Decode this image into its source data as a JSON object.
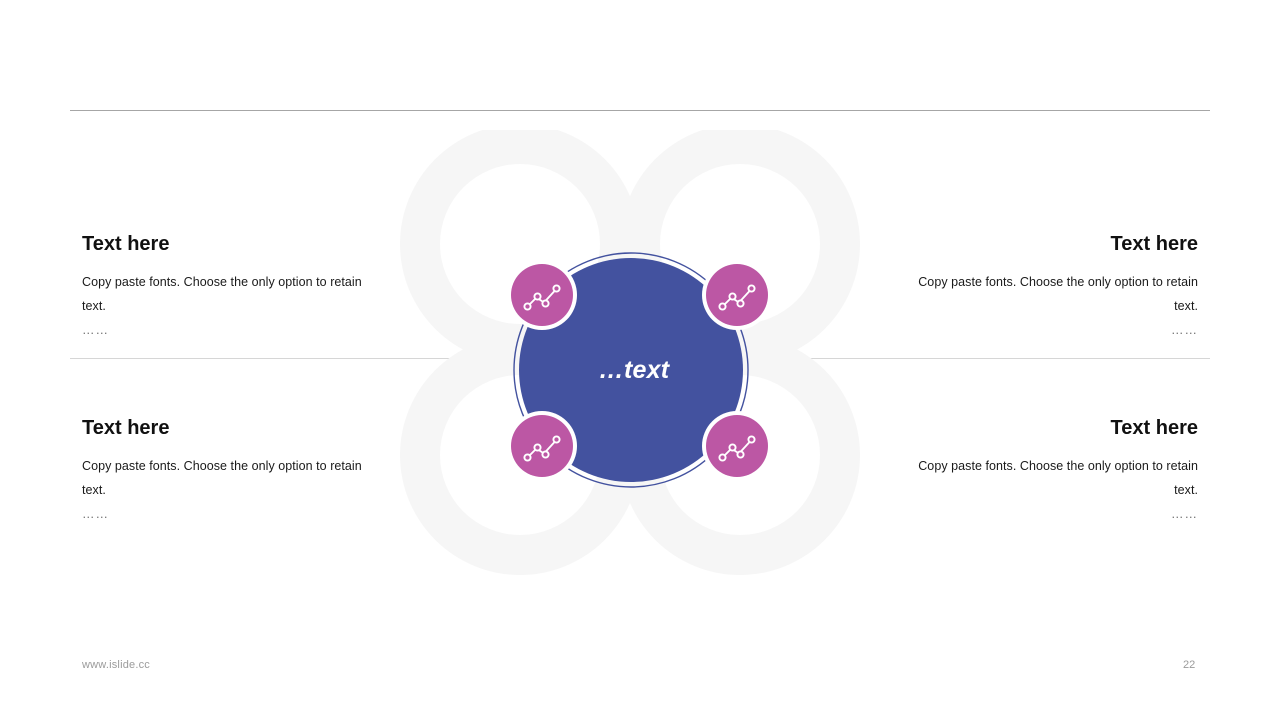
{
  "slide": {
    "background_color": "#ffffff",
    "page_number": "22",
    "footer_url": "www.islide.cc"
  },
  "dividers": [
    {
      "name": "top-rule",
      "color": "#a6a6a6"
    },
    {
      "name": "middle-rule",
      "color": "#d6d6d6"
    }
  ],
  "diagram": {
    "center_label": "…text",
    "colors": {
      "center_fill": "#43529f",
      "center_ring_stroke": "#43529f",
      "node_fill": "#bc57a4",
      "node_ring": "#ffffff",
      "petal_fill": "#f6f6f6"
    },
    "petals": [
      {
        "name": "petal-top-left"
      },
      {
        "name": "petal-top-right"
      },
      {
        "name": "petal-bottom-left"
      },
      {
        "name": "petal-bottom-right"
      }
    ],
    "nodes": [
      {
        "name": "node-top-left",
        "icon": "line-chart-nodes-icon"
      },
      {
        "name": "node-top-right",
        "icon": "line-chart-nodes-icon"
      },
      {
        "name": "node-bottom-left",
        "icon": "line-chart-nodes-icon"
      },
      {
        "name": "node-bottom-right",
        "icon": "line-chart-nodes-icon"
      }
    ]
  },
  "text_blocks": {
    "top_left": {
      "title": "Text here",
      "body": "Copy paste fonts. Choose the only option to retain text.",
      "dots": "……"
    },
    "bottom_left": {
      "title": "Text here",
      "body": "Copy paste fonts. Choose the only option to retain text.",
      "dots": "……"
    },
    "top_right": {
      "title": "Text here",
      "body": "Copy paste fonts. Choose the only option to retain text.",
      "dots": "……"
    },
    "bottom_right": {
      "title": "Text here",
      "body": "Copy paste fonts. Choose the only option to retain text.",
      "dots": "……"
    }
  }
}
